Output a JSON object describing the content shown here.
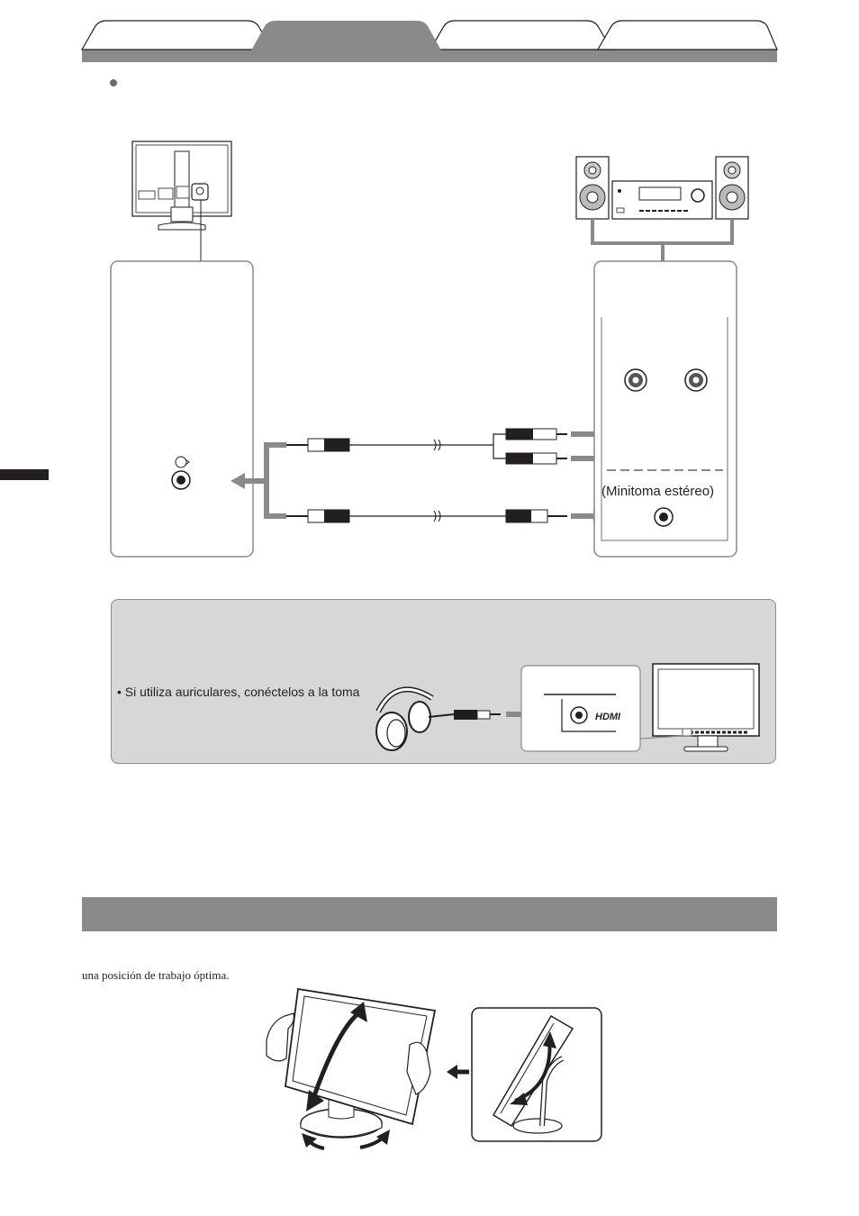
{
  "header": {
    "tabs": [
      "",
      "",
      "",
      ""
    ],
    "active_tab_index": 1
  },
  "connection_diagram": {
    "audio_input_label": "(Minitoma estéreo)"
  },
  "headphones_panel": {
    "note": "• Si utiliza auriculares, conéctelos a la toma",
    "port_label": "HDMI"
  },
  "adjust_section": {
    "title": "",
    "body": "una posición de trabajo óptima."
  },
  "colors": {
    "tab_active": "#8a8a8a",
    "tab_inactive": "#ffffff",
    "bar_gray": "#8a8a8a",
    "panel_gray": "#d7d7d7",
    "arrow_gray": "#8a8a8a",
    "line": "#231f20"
  }
}
